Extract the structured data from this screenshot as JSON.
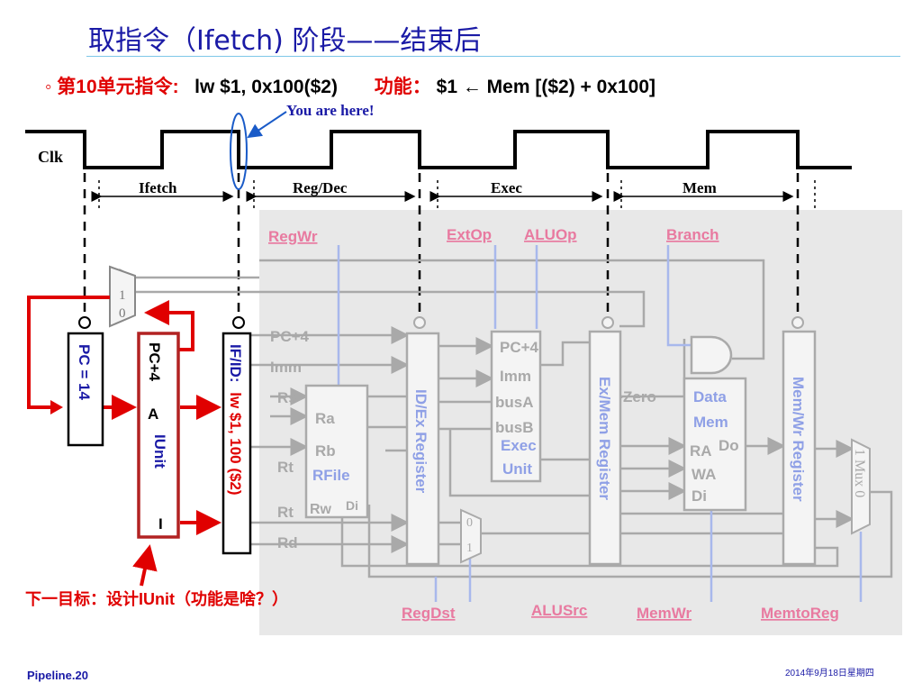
{
  "slide": {
    "title": "取指令（Ifetch) 阶段——结束后",
    "bullet_symbol": "◦",
    "bullet_prefix": "第10单元指令:",
    "instruction": "lw  $1, 0x100($2)",
    "function_label": "功能：",
    "function_expr": "$1 ←  Mem [($2) +  0x100]",
    "you_are_here": "You are here!",
    "next_goal": "下一目标：设计IUnit（功能是啥？）",
    "footer_left": "Pipeline.20",
    "footer_right": "2014年9月18日星期四"
  },
  "timing": {
    "clk_label": "Clk",
    "stages": [
      "Ifetch",
      "Reg/Dec",
      "Exec",
      "Mem"
    ]
  },
  "registers": {
    "pc": "PC = 14",
    "iunit_pc4": "PC+4",
    "iunit_a": "A",
    "iunit_name": "IUnit",
    "iunit_i": "I",
    "ifid_name": "IF/ID:",
    "ifid_instr": "lw $1, 100 ($2)",
    "idex": "ID/Ex Register",
    "exmem": "Ex/Mem Register",
    "memwr": "Mem/Wr Register"
  },
  "control": {
    "regwr": "RegWr",
    "extop": "ExtOp",
    "aluop": "ALUOp",
    "branch": "Branch",
    "regdst": "RegDst",
    "alusrc": "ALUSrc",
    "memwr": "MemWr",
    "memtoreg": "MemtoReg"
  },
  "datapath": {
    "pc4_a": "PC+4",
    "imm_a": "Imm",
    "rs": "Rs",
    "rt1": "Rt",
    "rt2": "Rt",
    "rd": "Rd",
    "ra": "Ra",
    "rb": "Rb",
    "rfile": "RFile",
    "rw": "Rw",
    "di1": "Di",
    "pc4_b": "PC+4",
    "imm_b": "Imm",
    "busa": "busA",
    "busb": "busB",
    "exec": "Exec",
    "unit": "Unit",
    "zero": "Zero",
    "data": "Data",
    "mem": "Mem",
    "ra2": "RA",
    "do": "Do",
    "wa": "WA",
    "di2": "Di",
    "mux_label": "Mux",
    "mux1": "1",
    "mux0": "0",
    "pcmux1": "1",
    "pcmux0": "0",
    "alumux0": "0",
    "alumux1": "1"
  },
  "colors": {
    "title": "#1a1aa6",
    "highlight_red": "#e00000",
    "pipeline_gray": "#a9a9a9",
    "control_pink": "#e87aa0",
    "panel": "#e8e8e8",
    "signal_blue": "#a8b8ec"
  }
}
